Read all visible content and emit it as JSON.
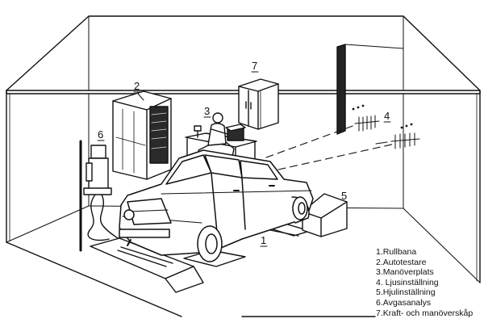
{
  "callouts": {
    "n1": "1",
    "n2": "2",
    "n3": "3",
    "n4": "4",
    "n5": "5",
    "n6": "6",
    "n7": "7"
  },
  "legend": [
    "1.Rullbana",
    "2.Autotestare",
    "3.Manöverplats",
    "4. Ljusinställning",
    "5.Hjulinställning",
    "6.Avgasanalys",
    "7.Kraft- och manöverskåp"
  ],
  "colors": {
    "ink": "#111111",
    "paper": "#ffffff",
    "shade": "#d8d8d8"
  }
}
